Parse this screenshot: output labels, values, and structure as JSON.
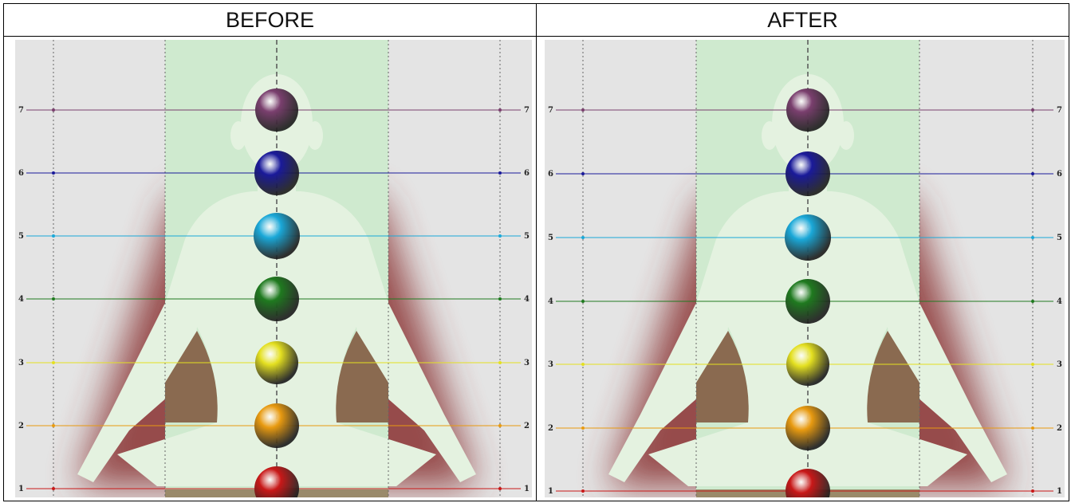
{
  "table": {
    "headers": [
      "BEFORE",
      "AFTER"
    ]
  },
  "chakra_levels": [
    {
      "label": "7",
      "color": "#7a3f6e"
    },
    {
      "label": "6",
      "color": "#1a1a9a"
    },
    {
      "label": "5",
      "color": "#1aa8d8"
    },
    {
      "label": "4",
      "color": "#1f7a1f"
    },
    {
      "label": "3",
      "color": "#e4e020"
    },
    {
      "label": "2",
      "color": "#e89a10"
    },
    {
      "label": "1",
      "color": "#c81818"
    }
  ],
  "colors": {
    "background": "#e4e4e4",
    "center_band": "#cfeacf",
    "aura": "#8e3b3b",
    "silhouette": "#e4f2e0"
  }
}
